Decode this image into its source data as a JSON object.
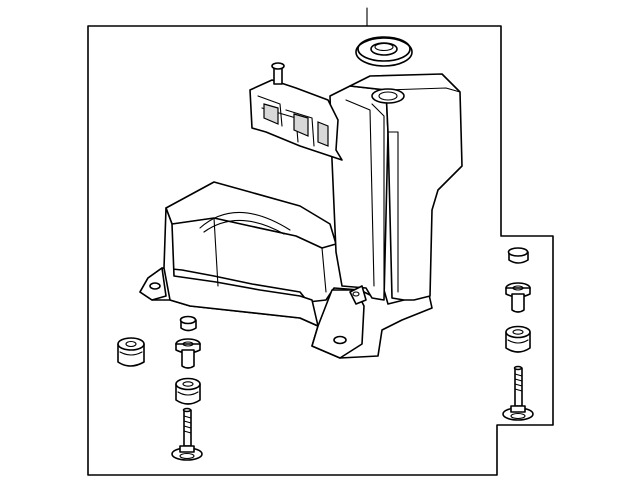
{
  "diagram": {
    "type": "exploded-parts-diagram",
    "colors": {
      "line": "#000000",
      "background": "#ffffff",
      "shade": "#d8d8d8"
    },
    "parts": [
      {
        "name": "resonator-housing"
      },
      {
        "name": "grommet"
      },
      {
        "name": "cap"
      },
      {
        "name": "collar-pin"
      },
      {
        "name": "rubber-mount"
      },
      {
        "name": "bolt"
      }
    ]
  }
}
